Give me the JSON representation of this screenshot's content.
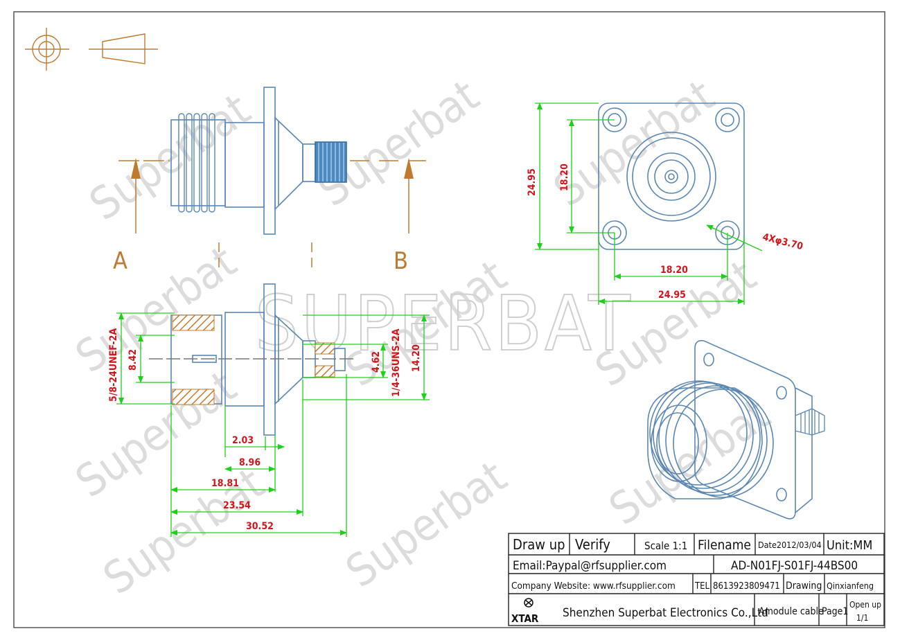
{
  "watermark": {
    "big": "SUPERBAT",
    "small": "Superbat"
  },
  "section_labels": {
    "a": "A",
    "b": "B"
  },
  "dimensions": {
    "thread_left": "5/8-24UNEF-2A",
    "thread_right": "1/4-36UNS-2A",
    "d_842": "8.42",
    "d_462": "4.62",
    "d_1420": "14.20",
    "l_203": "2.03",
    "l_896": "8.96",
    "l_1881": "18.81",
    "l_2354": "23.54",
    "l_3052": "30.52",
    "f_2495_v": "24.95",
    "f_1820_v": "18.20",
    "f_1820_h": "18.20",
    "f_2495_h": "24.95",
    "holes": "4Xφ3.70"
  },
  "title_block": {
    "draw_up": "Draw up",
    "verify": "Verify",
    "scale": "Scale 1:1",
    "filename_label": "Filename",
    "date": "Date2012/03/04",
    "unit": "Unit:MM",
    "email": "Email:Paypal@rfsupplier.com",
    "part_no": "AD-N01FJ-S01FJ-44BS00",
    "website": "Company Website:  www.rfsupplier.com",
    "tel_label": "TEL",
    "tel": "8613923809471",
    "drawing_label": "Drawing",
    "drawer": "Qinxianfeng",
    "logo": "XTAR",
    "company": "Shenzhen Superbat Electronics Co.,Ltd",
    "product": "Amodule cable",
    "page": "Page1",
    "open_up": "Open up",
    "open_up_count": "1/1"
  },
  "colors": {
    "outline": "#5a87b4",
    "dimension": "#1fd01a",
    "dimension_text": "#d0161b",
    "hatch": "#c8792a",
    "projection": "#c07a30",
    "watermark": "#d9d9d9"
  }
}
